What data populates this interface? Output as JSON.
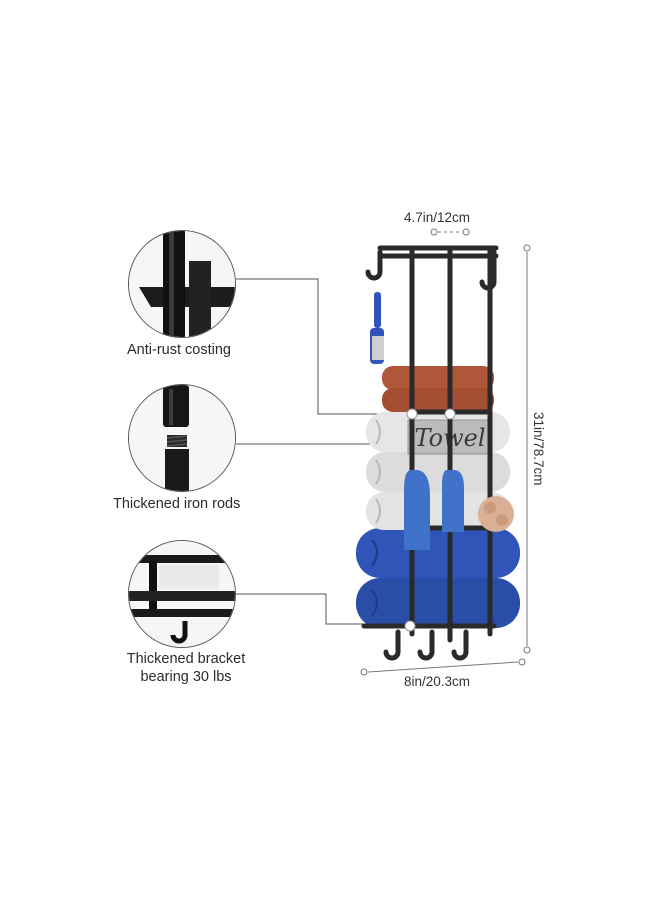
{
  "callouts": [
    {
      "label": "Anti-rust costing",
      "icon": "rod-joint-detail"
    },
    {
      "label": "Thickened iron rods",
      "icon": "threaded-rod-detail"
    },
    {
      "label_line1": "Thickened bracket",
      "label_line2": "bearing 30 lbs",
      "icon": "bracket-detail"
    }
  ],
  "dimensions": {
    "top_width": "4.7in/12cm",
    "height": "31in/78.7cm",
    "bottom_width": "8in/20.3cm"
  },
  "product": {
    "sign_text": "Towel",
    "colors": {
      "frame": "#2a2a2a",
      "towel_brown": "#b0573a",
      "towel_white": "#e8e8e8",
      "towel_blue": "#2f55b8",
      "accent_line": "#555555"
    }
  }
}
